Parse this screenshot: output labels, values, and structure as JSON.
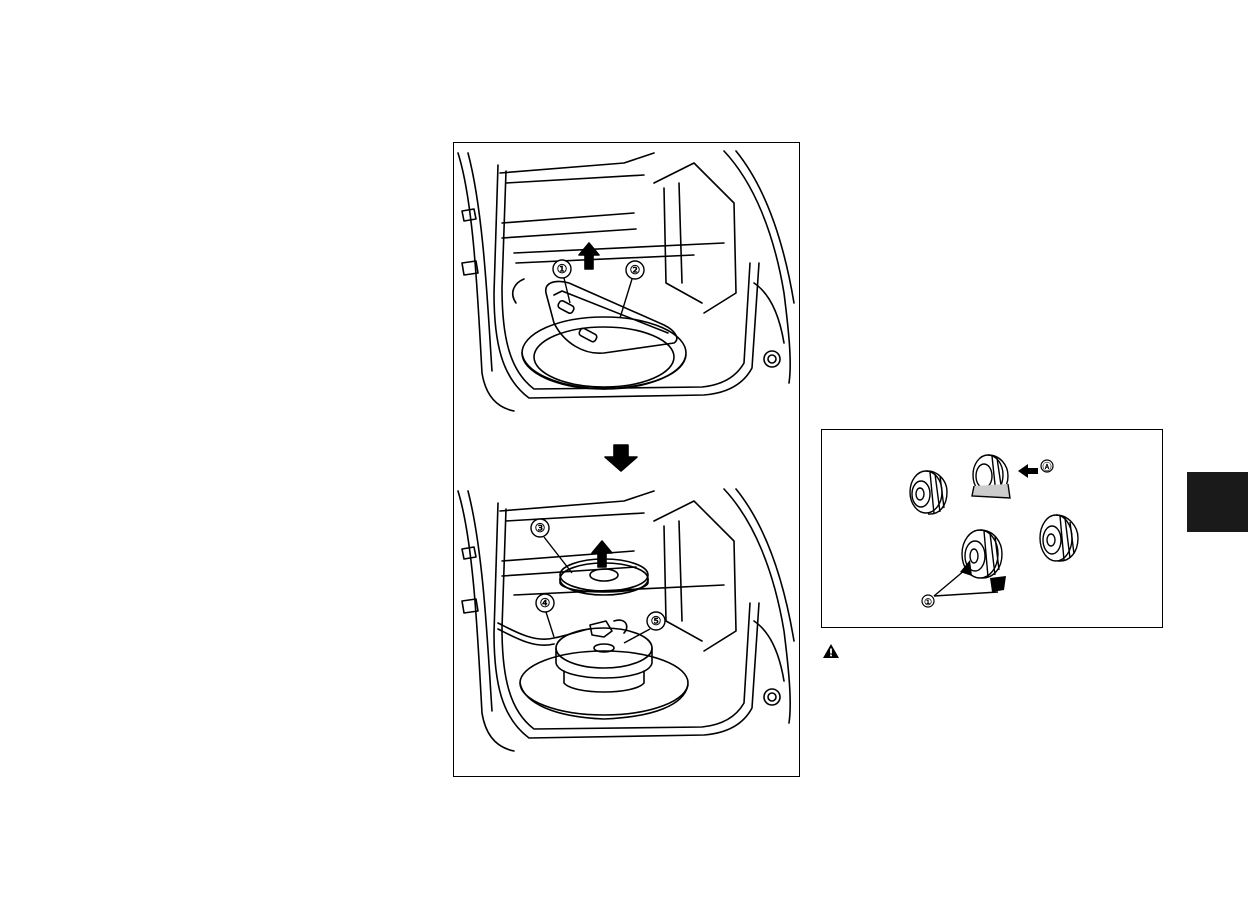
{
  "figure_spare_tire_removal": {
    "callouts": [
      "①",
      "②",
      "③",
      "④",
      "⑤"
    ]
  },
  "figure_wheel_chocks": {
    "callouts": [
      "Ⓐ",
      "①"
    ]
  },
  "icons": {
    "warning": "warning-triangle-icon",
    "down_arrow": "down-arrow-icon"
  },
  "colors": {
    "line": "#000000",
    "background": "#ffffff",
    "chapter_tab": "#1a1a1a"
  }
}
